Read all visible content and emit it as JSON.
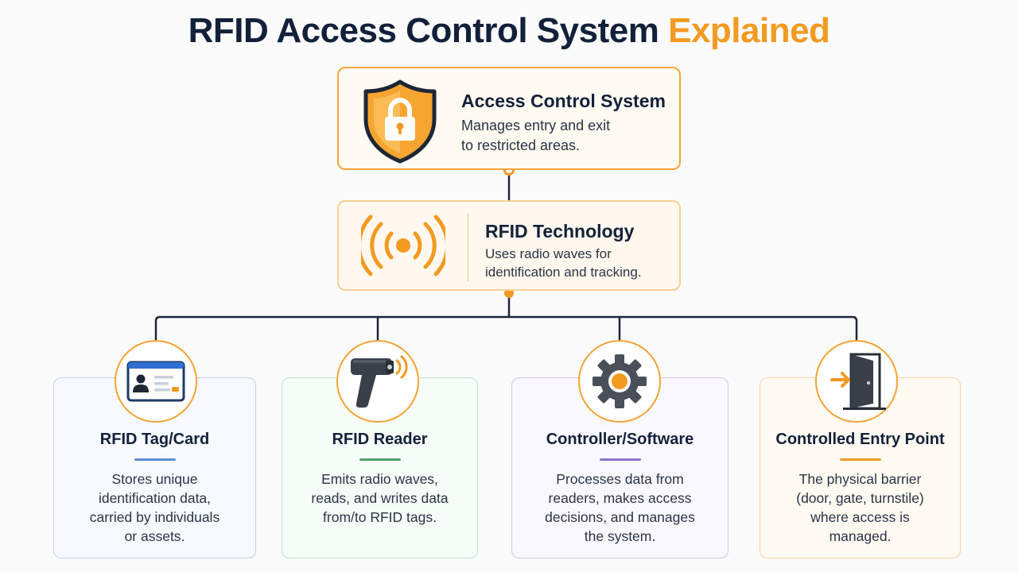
{
  "title": {
    "main": "RFID Access Control System",
    "accent": "Explained"
  },
  "access_control": {
    "heading": "Access Control System",
    "line1": "Manages entry and exit",
    "line2": "to restricted areas.",
    "icon": "shield-lock-icon"
  },
  "rfid_technology": {
    "heading": "RFID Technology",
    "line1": "Uses radio waves for",
    "line2": "identification and tracking.",
    "icon": "radio-waves-icon"
  },
  "components": [
    {
      "heading": "RFID Tag/Card",
      "lines": [
        "Stores unique",
        "identification data,",
        "carried by individuals",
        "or assets."
      ],
      "icon": "id-card-icon"
    },
    {
      "heading": "RFID Reader",
      "lines": [
        "Emits radio waves,",
        "reads, and writes data",
        "from/to RFID tags."
      ],
      "icon": "scanner-icon"
    },
    {
      "heading": "Controller/Software",
      "lines": [
        "Processes data from",
        "readers, makes access",
        "decisions, and manages",
        "the system."
      ],
      "icon": "gear-icon"
    },
    {
      "heading": "Controlled Entry Point",
      "lines": [
        "The physical barrier",
        "(door, gate, turnstile)",
        "where access is",
        "managed."
      ],
      "icon": "door-entry-icon"
    }
  ],
  "colors": {
    "accent": "#f39a21",
    "navy": "#13203a",
    "tag": "#5b8fd6",
    "reader": "#4aa56a",
    "controller": "#8d78c8",
    "entry": "#f39a21"
  }
}
